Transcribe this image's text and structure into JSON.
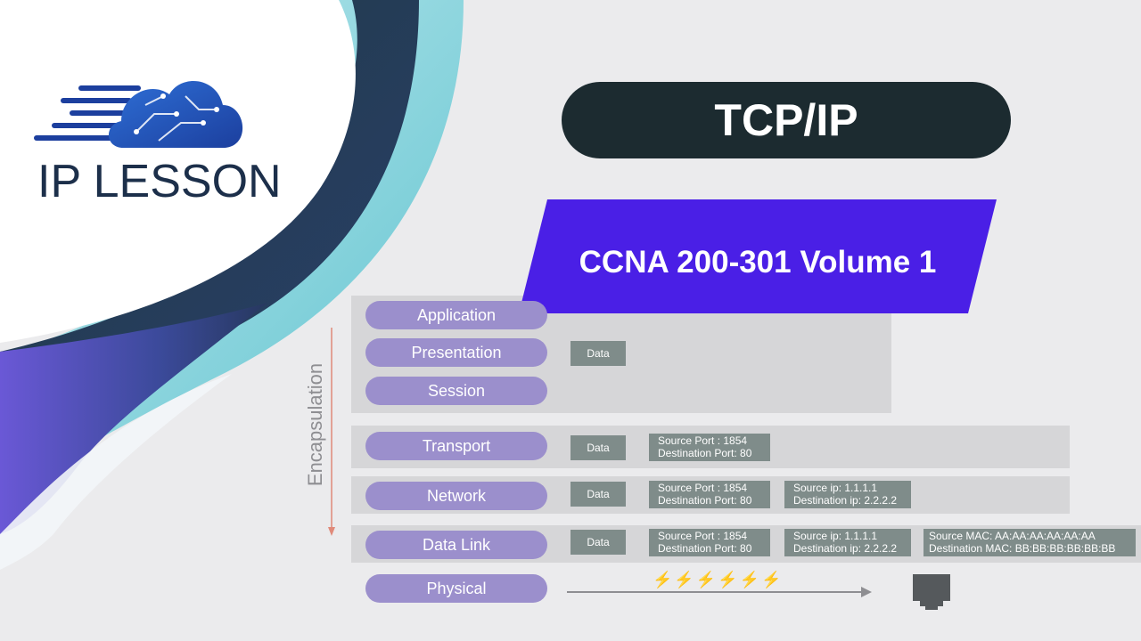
{
  "brand": {
    "name": "IP LESSON",
    "logo_icon": "cloud-circuit-icon"
  },
  "title": "TCP/IP",
  "subtitle": "CCNA 200-301 Volume 1",
  "diagram": {
    "side_label": "Encapsulation",
    "layers": [
      {
        "label": "Application"
      },
      {
        "label": "Presentation"
      },
      {
        "label": "Session"
      },
      {
        "label": "Transport"
      },
      {
        "label": "Network"
      },
      {
        "label": "Data Link"
      },
      {
        "label": "Physical"
      }
    ],
    "data_label": "Data",
    "transport_header": {
      "line1": "Source Port : 1854",
      "line2": "Destination Port: 80"
    },
    "network_header": {
      "line1": "Source ip: 1.1.1.1",
      "line2": "Destination ip: 2.2.2.2"
    },
    "datalink_header": {
      "line1": "Source MAC: AA:AA:AA:AA:AA:AA",
      "line2": "Destination MAC: BB:BB:BB:BB:BB:BB"
    },
    "physical_signal": "⚡⚡⚡⚡⚡⚡",
    "physical_icon": "ethernet-port-icon"
  },
  "colors": {
    "pill": "#9b8fcc",
    "box": "#7f8c8a",
    "title_bg": "#1c2b30",
    "subtitle_bg": "#4a1fe6",
    "brand_text": "#1c2f4a"
  }
}
